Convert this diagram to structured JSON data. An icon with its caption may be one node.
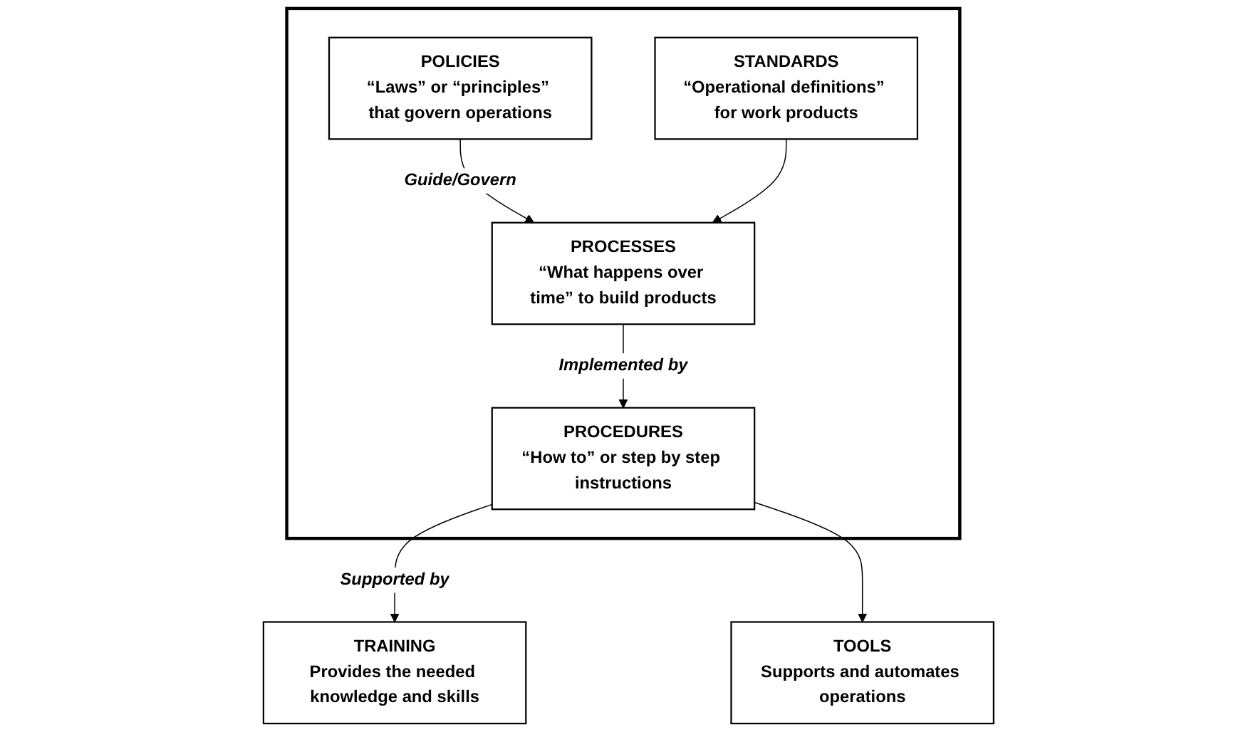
{
  "diagram": {
    "nodes": [
      {
        "text": [],
        "shape": "box"
      },
      {
        "text": [
          "POLICIES",
          "“Laws” or “principles” that govern operations"
        ],
        "in": 0
      },
      {
        "text": [
          "STANDARDS",
          "“Operational definitions” for work products"
        ],
        "in": 0
      },
      {
        "text": [
          "PROCESSES",
          "“What happens over time” to build products"
        ],
        "in": 0
      },
      {
        "text": [
          "PROCEDURES",
          "“How to” or step by step instructions"
        ],
        "in": 0
      },
      {
        "text": [
          "TRAINING",
          "Provides the needed knowledge and skills"
        ]
      },
      {
        "text": [
          "TOOLS",
          "Supports and automates operations"
        ]
      }
    ],
    "edges": [
      {
        "from": 1,
        "to": 3,
        "arrow": "to",
        "label": "Guide/Govern"
      },
      {
        "from": 2,
        "to": 3,
        "arrow": "to"
      },
      {
        "from": 3,
        "to": 4,
        "arrow": "to",
        "label": "Implemented by"
      },
      {
        "from": 4,
        "to": 5,
        "arrow": "to",
        "label": "Supported by"
      },
      {
        "from": 4,
        "to": 6,
        "arrow": "to"
      }
    ]
  }
}
